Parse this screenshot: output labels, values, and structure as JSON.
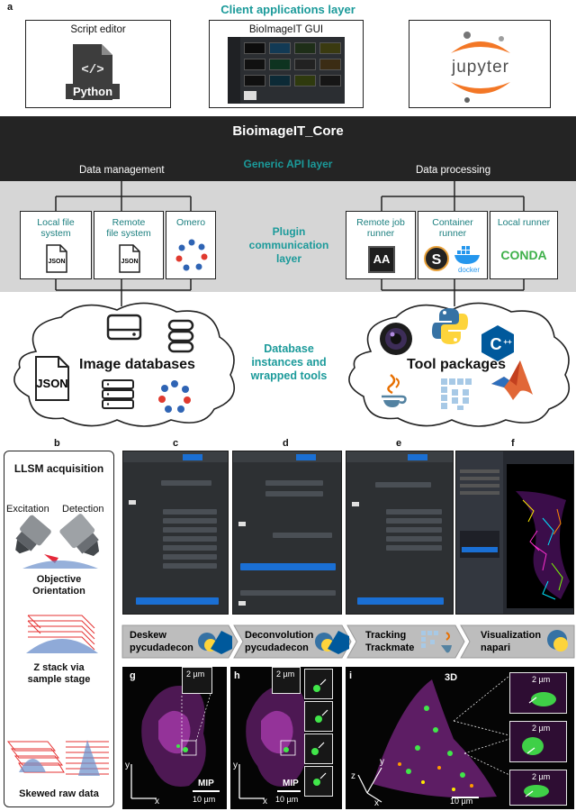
{
  "panel_letters": {
    "a": "a",
    "b": "b",
    "c": "c",
    "d": "d",
    "e": "e",
    "f": "f",
    "g": "g",
    "h": "h",
    "i": "i"
  },
  "layers": {
    "client": "Client applications layer",
    "core": "BioimageIT_Core",
    "generic_api": "Generic API layer",
    "plugin": [
      "Plugin",
      "communication",
      "layer"
    ],
    "database": [
      "Database",
      "instances and",
      "wrapped tools"
    ]
  },
  "clients": {
    "script_editor": "Script editor",
    "python_badge": "Python",
    "gui": "BioImageIT GUI",
    "jupyter": "jupyter"
  },
  "sections": {
    "data_management": "Data management",
    "data_processing": "Data processing"
  },
  "plugins": {
    "local_fs": [
      "Local file",
      "system"
    ],
    "remote_fs": [
      "Remote",
      "file system"
    ],
    "omero": "Omero",
    "remote_job": [
      "Remote job",
      "runner"
    ],
    "container": [
      "Container",
      "runner"
    ],
    "local_runner": "Local runner",
    "json_icon": "JSON",
    "aa_icon": "AA",
    "docker": "docker",
    "conda": "CONDA"
  },
  "clouds": {
    "image_databases": "Image databases",
    "tool_packages": "Tool packages",
    "json_icon": "JSON"
  },
  "llsm": {
    "title": "LLSM acquisition",
    "excitation": "Excitation",
    "detection": "Detection",
    "objective": [
      "Objective",
      "Orientation"
    ],
    "zstack": [
      "Z stack via",
      "sample stage"
    ],
    "skewed": "Skewed raw data"
  },
  "pipeline": [
    {
      "top": "Deskew",
      "bottom": "pycudadecon"
    },
    {
      "top": "Deconvolution",
      "bottom": "pycudadecon"
    },
    {
      "top": "Tracking",
      "bottom": "Trackmate"
    },
    {
      "top": "Visualization",
      "bottom": "napari"
    }
  ],
  "micro": {
    "mip": "MIP",
    "scale_10": "10 µm",
    "scale_2": "2 µm",
    "three_d": "3D",
    "axis_x": "x",
    "axis_y": "y",
    "axis_z": "z"
  },
  "colors": {
    "teal": "#1b9a9a",
    "core_bar": "#242424",
    "api_band": "#d6d6d6",
    "ui_blue": "#1a6fd4",
    "magenta": "#d93fd9",
    "green": "#41e64a"
  }
}
